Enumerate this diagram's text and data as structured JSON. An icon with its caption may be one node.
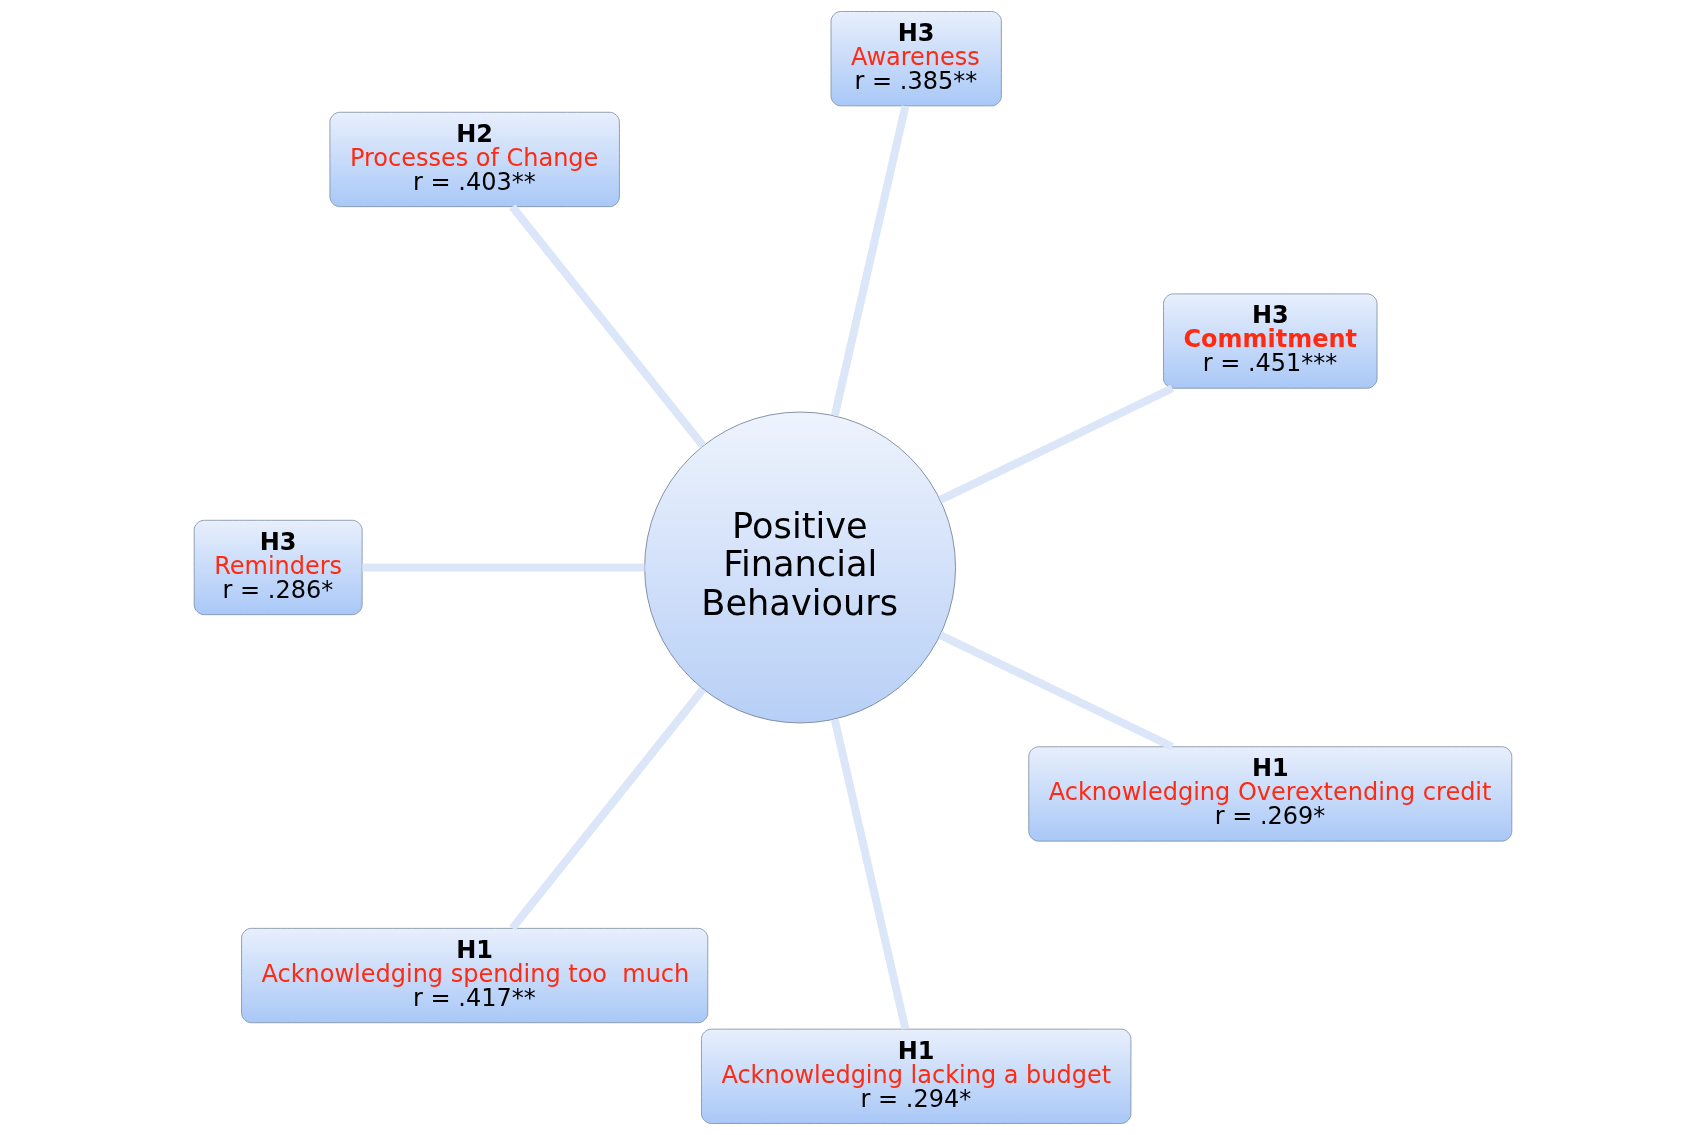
{
  "diagram": {
    "nodes": [
      {
        "text": [
          "H3",
          "Commitment",
          "r = .451***"
        ]
      },
      {
        "text": [
          "H3",
          "Awareness",
          "r = .385**"
        ]
      },
      {
        "text": [
          "H2",
          "Processes of Change",
          "r = .403**"
        ]
      },
      {
        "text": [
          "Positive Financial Behaviours"
        ]
      },
      {
        "text": [
          "H3",
          "Reminders",
          "r = .286*"
        ]
      },
      {
        "text": [
          "H1",
          "Acknowledging spending too  much",
          "r = .417**"
        ]
      },
      {
        "text": [
          "H1",
          "Acknowledging lacking a budget",
          "r = .294*"
        ]
      },
      {
        "text": [
          "H1",
          "Acknowledging Overextending credit",
          "r = .269*"
        ]
      }
    ],
    "edges": [
      {
        "from": 0,
        "to": 3,
        "arrow": "none"
      },
      {
        "from": 1,
        "to": 3,
        "arrow": "none"
      },
      {
        "from": 2,
        "to": 3,
        "arrow": "none"
      },
      {
        "from": 4,
        "to": 3,
        "arrow": "none"
      },
      {
        "from": 5,
        "to": 3,
        "arrow": "none"
      },
      {
        "from": 6,
        "to": 3,
        "arrow": "none"
      },
      {
        "from": 7,
        "to": 3,
        "arrow": "none"
      }
    ]
  }
}
